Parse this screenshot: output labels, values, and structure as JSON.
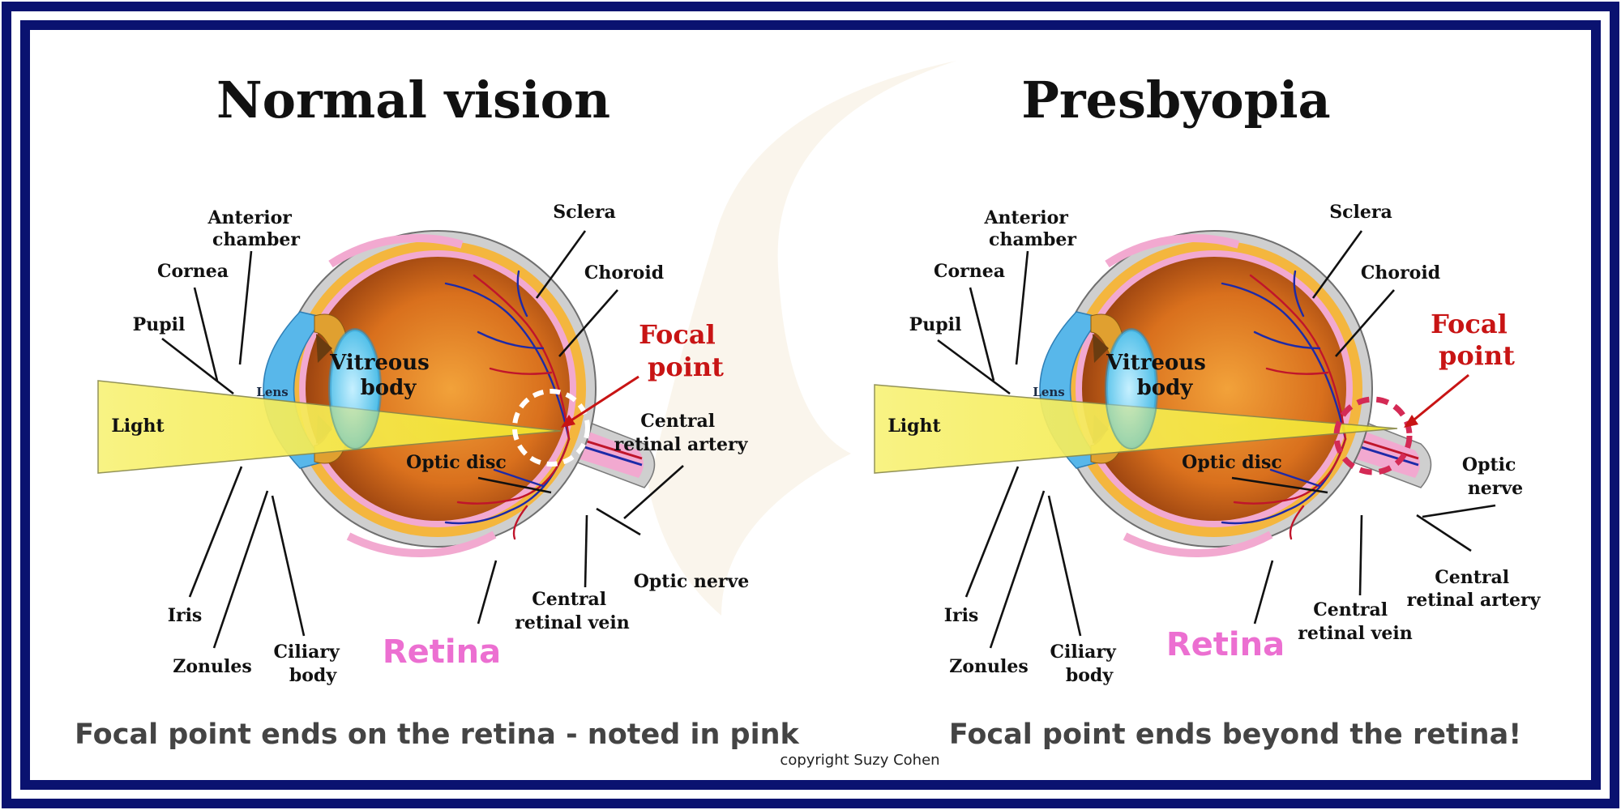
{
  "copyright": "copyright Suzy Cohen",
  "colors": {
    "frame": "#0a1270",
    "focal": "#c81414",
    "retina": "#ec6fd1",
    "light_beam": "#f6ee3a",
    "lens": "#58c8ea"
  },
  "panels": [
    {
      "title": "Normal vision",
      "caption": "Focal point ends on the retina - noted in pink",
      "focal_point": [
        "Focal",
        "point"
      ],
      "focal_circle_color": "#ffffff",
      "labels": {
        "anterior_chamber": [
          "Anterior",
          "chamber"
        ],
        "cornea": "Cornea",
        "pupil": "Pupil",
        "lens": "Lens",
        "light": "Light",
        "vitreous_body": [
          "Vitreous",
          "body"
        ],
        "sclera": "Sclera",
        "choroid": "Choroid",
        "central_retinal_artery": [
          "Central",
          "retinal artery"
        ],
        "optic_disc": "Optic disc",
        "optic_nerve": "Optic nerve",
        "central_retinal_vein": [
          "Central",
          "retinal vein"
        ],
        "retina": "Retina",
        "iris": "Iris",
        "zonules": "Zonules",
        "ciliary_body": [
          "Ciliary",
          "body"
        ]
      }
    },
    {
      "title": "Presbyopia",
      "caption": "Focal point ends beyond the retina!",
      "focal_point": [
        "Focal",
        "point"
      ],
      "focal_circle_color": "#d42a55",
      "labels": {
        "anterior_chamber": [
          "Anterior",
          "chamber"
        ],
        "cornea": "Cornea",
        "pupil": "Pupil",
        "lens": "Lens",
        "light": "Light",
        "vitreous_body": [
          "Vitreous",
          "body"
        ],
        "sclera": "Sclera",
        "choroid": "Choroid",
        "optic_nerve": [
          "Optic",
          "nerve"
        ],
        "optic_disc": "Optic disc",
        "central_retinal_artery": [
          "Central",
          "retinal artery"
        ],
        "central_retinal_vein": [
          "Central",
          "retinal vein"
        ],
        "retina": "Retina",
        "iris": "Iris",
        "zonules": "Zonules",
        "ciliary_body": [
          "Ciliary",
          "body"
        ]
      }
    }
  ]
}
